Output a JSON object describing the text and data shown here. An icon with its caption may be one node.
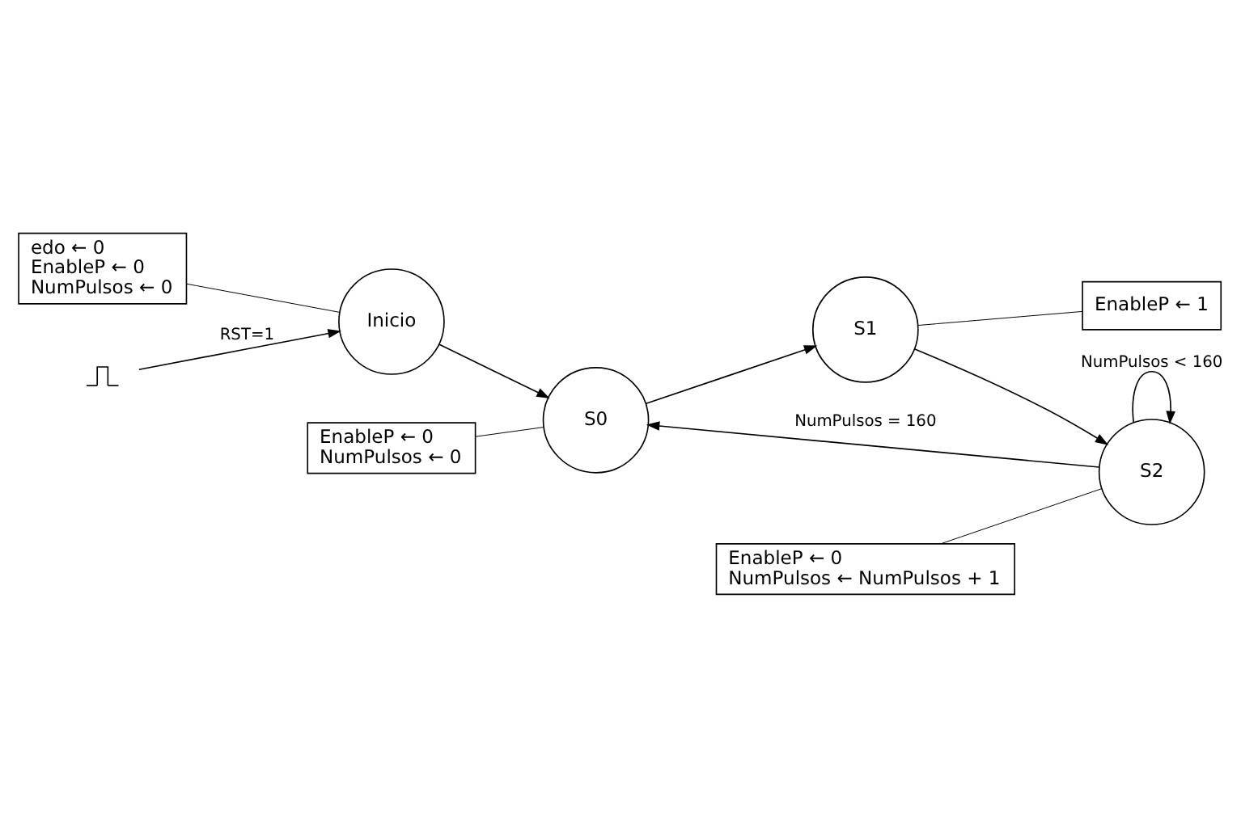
{
  "diagram": {
    "nodes": [
      {
        "text": [
          "edo ← 0",
          "EnableP ← 0",
          "NumPulsos ← 0"
        ]
      },
      {
        "text": [
          "Inicio"
        ]
      },
      {
        "text": [
          "EnableP ← 0",
          "NumPulsos ← 0"
        ]
      },
      {
        "text": [
          "S0"
        ]
      },
      {
        "text": [
          "S1"
        ]
      },
      {
        "text": [
          "EnableP ← 1"
        ]
      },
      {
        "text": [
          "EnableP ← 0",
          "NumPulsos ← NumPulsos + 1"
        ]
      },
      {
        "text": [
          "S2"
        ]
      },
      {
        "text": [],
        "shape": "picture"
      }
    ],
    "edges": [
      {
        "from": 0,
        "to": 1,
        "arrow": "none"
      },
      {
        "from": 8,
        "to": 1,
        "arrow": "to",
        "label": "RST=1"
      },
      {
        "from": 1,
        "to": 3,
        "arrow": "to"
      },
      {
        "from": 2,
        "to": 3,
        "arrow": "none"
      },
      {
        "from": 3,
        "to": 4,
        "arrow": "to"
      },
      {
        "from": 4,
        "to": 5,
        "arrow": "none"
      },
      {
        "from": 4,
        "to": 7,
        "arrow": "to"
      },
      {
        "from": 6,
        "to": 7,
        "arrow": "none"
      },
      {
        "from": 7,
        "to": 3,
        "arrow": "to",
        "label": "NumPulsos = 160"
      },
      {
        "from": 7,
        "to": 7,
        "arrow": "to",
        "label": "NumPulsos < 160"
      }
    ]
  }
}
